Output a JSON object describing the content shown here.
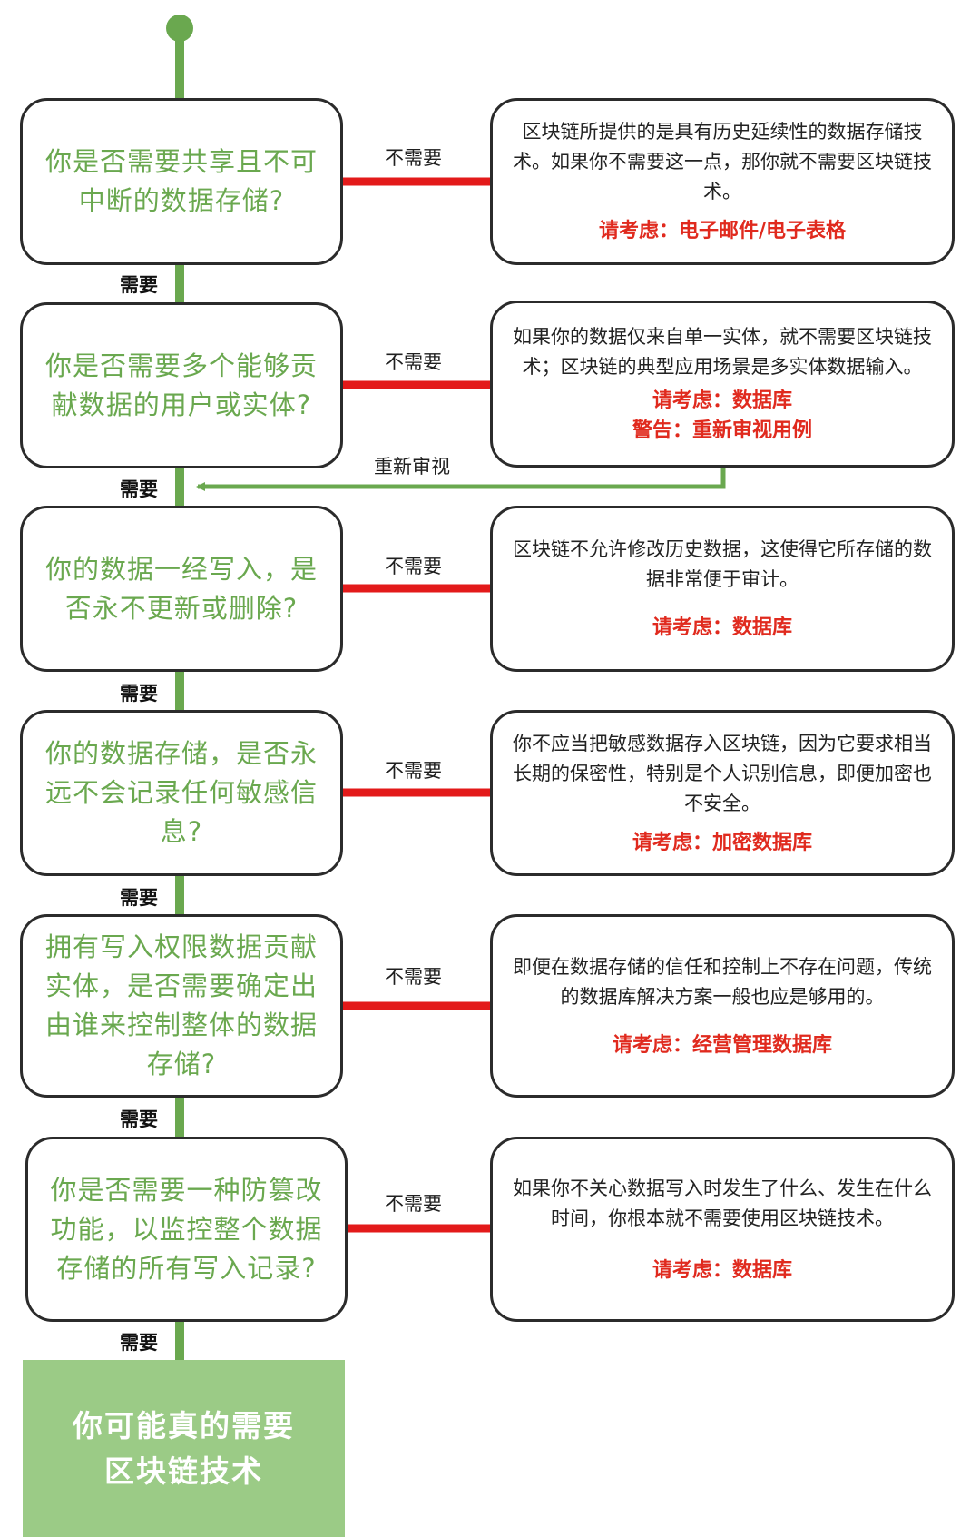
{
  "steps": [
    {
      "question": "你是否需要共享且不可中断的数据存储?",
      "no_label": "不需要",
      "yes_label": "需要",
      "answer": "区块链所提供的是具有历史延续性的数据存储技术。如果你不需要这一点，那你就不需要区块链技术。",
      "consider": "请考虑：电子邮件/电子表格"
    },
    {
      "question": "你是否需要多个能够贡献数据的用户或实体?",
      "no_label": "不需要",
      "yes_label": "需要",
      "answer": "如果你的数据仅来自单一实体，就不需要区块链技术；区块链的典型应用场景是多实体数据输入。",
      "consider": "请考虑：数据库",
      "warning": "警告：重新审视用例"
    },
    {
      "question": "你的数据一经写入，是否永不更新或删除?",
      "no_label": "不需要",
      "yes_label": "需要",
      "answer": "区块链不允许修改历史数据，这使得它所存储的数据非常便于审计。",
      "consider": "请考虑：数据库"
    },
    {
      "question": "你的数据存储，是否永远不会记录任何敏感信息?",
      "no_label": "不需要",
      "yes_label": "需要",
      "answer": "你不应当把敏感数据存入区块链，因为它要求相当长期的保密性，特别是个人识别信息，即便加密也不安全。",
      "consider": "请考虑：加密数据库"
    },
    {
      "question": "拥有写入权限数据贡献实体，是否需要确定出由谁来控制整体的数据存储?",
      "no_label": "不需要",
      "yes_label": "需要",
      "answer": "即便在数据存储的信任和控制上不存在问题，传统的数据库解决方案一般也应是够用的。",
      "consider": "请考虑：经营管理数据库"
    },
    {
      "question": "你是否需要一种防篡改功能，以监控整个数据存储的所有写入记录?",
      "no_label": "不需要",
      "yes_label": "需要",
      "answer": "如果你不关心数据写入时发生了什么、发生在什么时间，你根本就不需要使用区块链技术。",
      "consider": "请考虑：数据库"
    }
  ],
  "review_label": "重新审视",
  "result": "你可能真的需要区块链技术",
  "colors": {
    "green": "#6aa84f",
    "red": "#e31a1a",
    "result_bg": "#9bcb86",
    "consider_text": "#e02a1e"
  }
}
